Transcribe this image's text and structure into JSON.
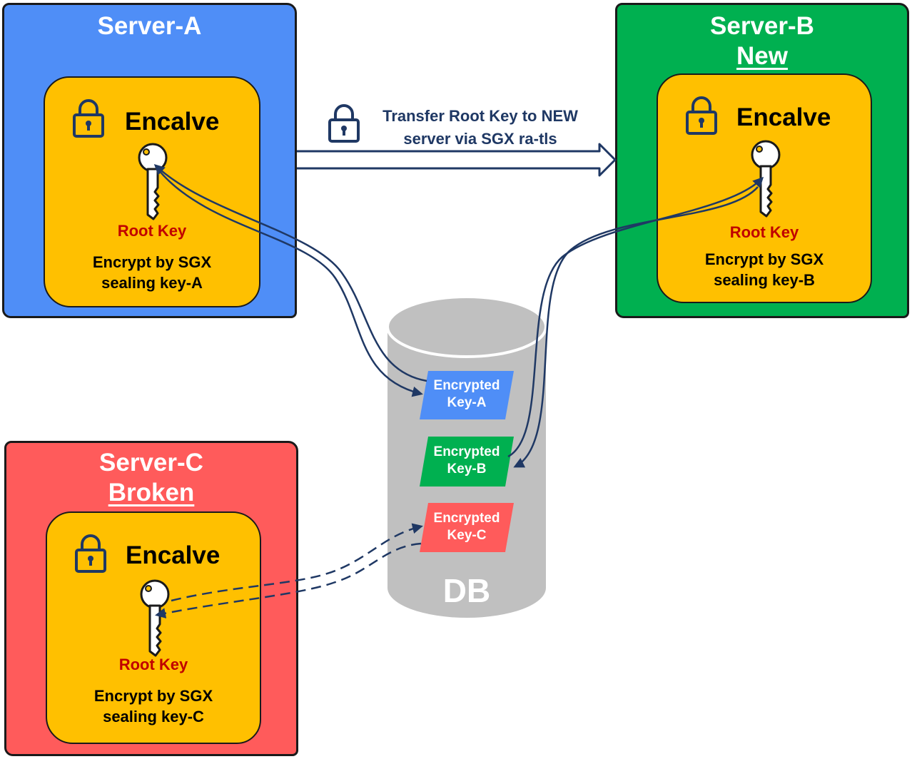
{
  "colors": {
    "server_a": "#4f8ef7",
    "server_b": "#00b050",
    "server_c": "#ff5b5b",
    "enclave": "#ffc000",
    "root_key": "#c00000",
    "arrow": "#1f3864",
    "db": "#c0c0c0"
  },
  "server_a": {
    "title": "Server-A",
    "enclave": {
      "title": "Encalve",
      "root_key": "Root Key",
      "line1": "Encrypt by SGX",
      "line2": "sealing key-A"
    }
  },
  "server_b": {
    "title": "Server-B",
    "subtitle": "New",
    "enclave": {
      "title": "Encalve",
      "root_key": "Root Key",
      "line1": "Encrypt by SGX",
      "line2": "sealing key-B"
    }
  },
  "server_c": {
    "title": "Server-C",
    "subtitle": "Broken",
    "enclave": {
      "title": "Encalve",
      "root_key": "Root Key",
      "line1": "Encrypt by SGX",
      "line2": "sealing key-C"
    }
  },
  "transfer": {
    "line1": "Transfer Root Key to NEW",
    "line2": "server via SGX ra-tls"
  },
  "db": {
    "label": "DB",
    "keys": [
      {
        "line1": "Encrypted",
        "line2": "Key-A",
        "color": "#4f8ef7"
      },
      {
        "line1": "Encrypted",
        "line2": "Key-B",
        "color": "#00b050"
      },
      {
        "line1": "Encrypted",
        "line2": "Key-C",
        "color": "#ff5b5b"
      }
    ]
  }
}
